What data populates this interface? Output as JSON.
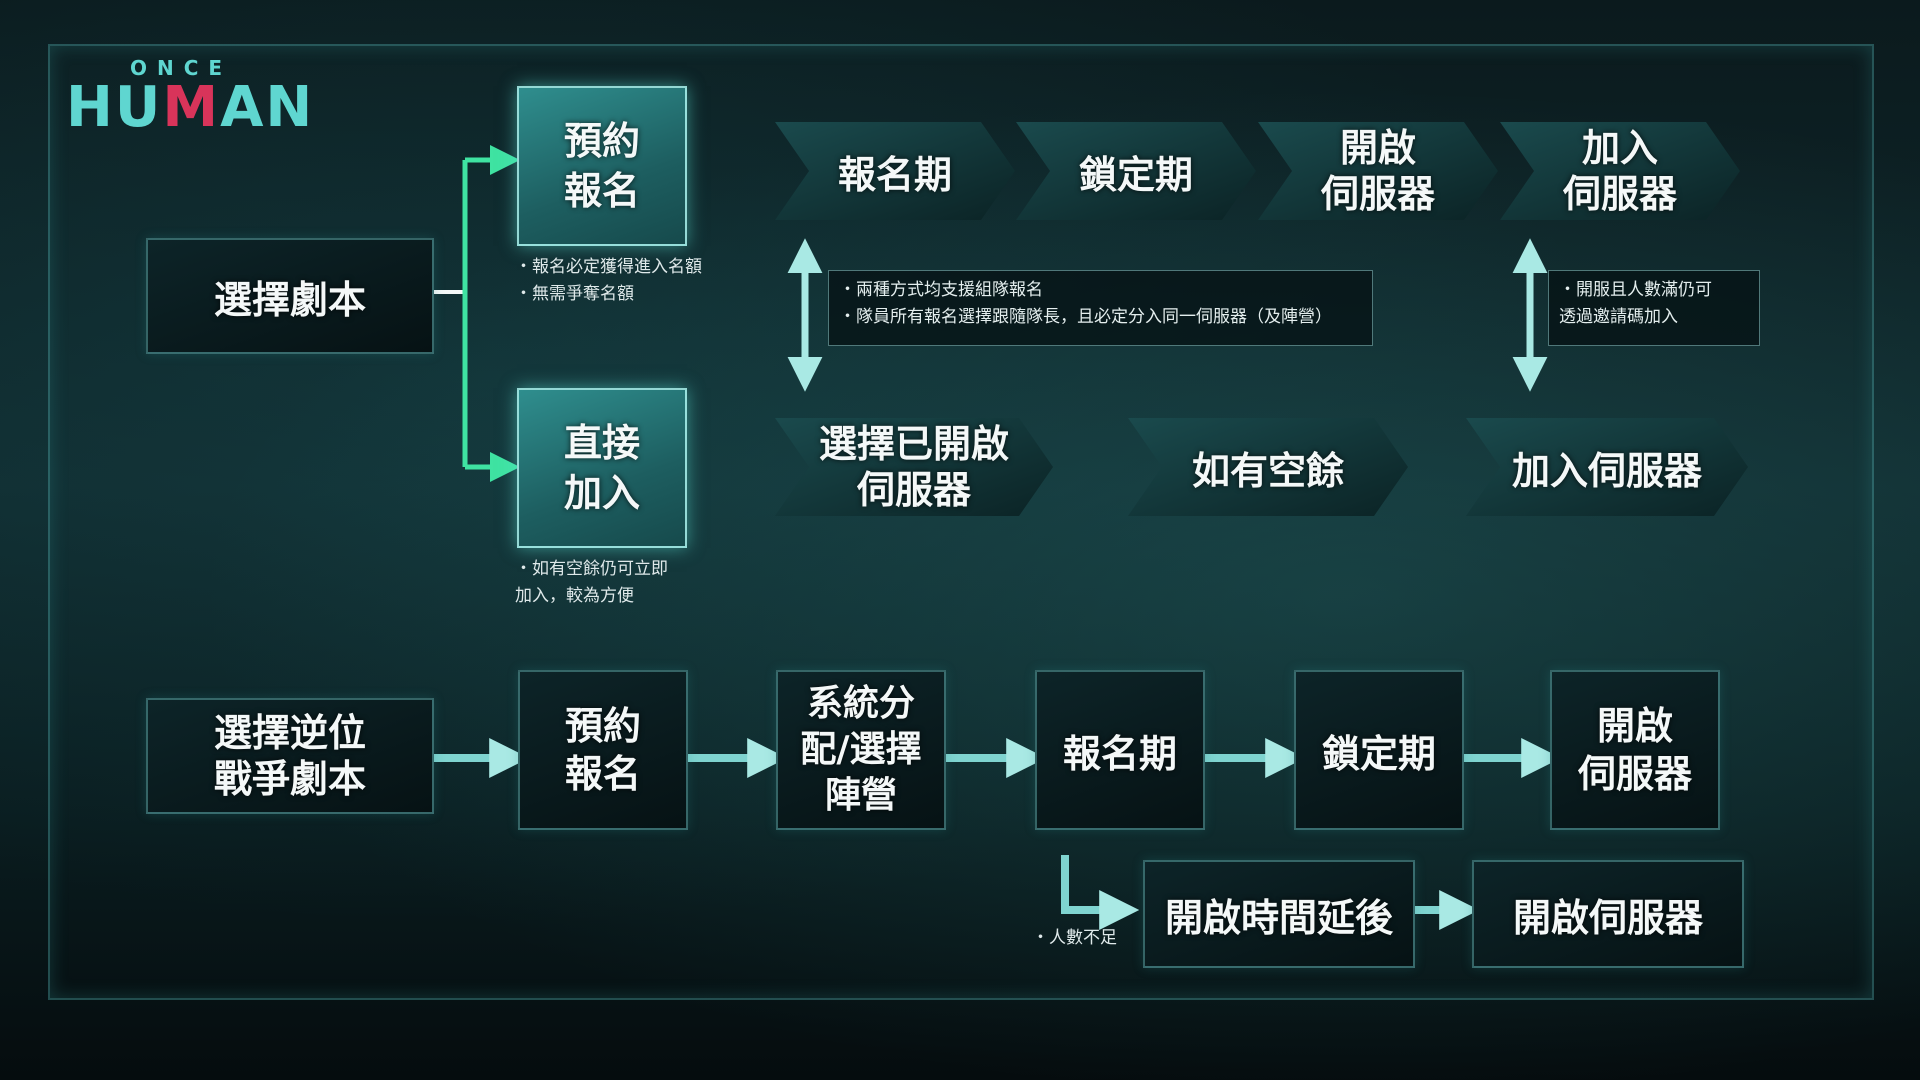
{
  "logo": {
    "line1": "ONCE",
    "line2_a": "HU",
    "line2_m": "M",
    "line2_b": "AN"
  },
  "colors": {
    "accent": "#5fd6d0",
    "logo_m": "#d8345a",
    "arrow_green": "#3fe3a2",
    "arrow_teal": "#7fd4d0"
  },
  "top_flow": {
    "start": "選擇劇本",
    "reserve": "預約\n報名",
    "direct": "直接\n加入",
    "reserve_note": "・報名必定獲得進入名額\n・無需爭奪名額",
    "direct_note": "・如有空餘仍可立即\n  加入，較為方便",
    "reserve_steps": [
      "報名期",
      "鎖定期",
      "開啟\n伺服器",
      "加入\n伺服器"
    ],
    "team_note": "・兩種方式均支援組隊報名\n・隊員所有報名選擇跟隨隊長，且必定分入同一伺服器（及陣營）",
    "invite_note": "・開服且人數滿仍可\n  透過邀請碼加入",
    "direct_steps": [
      "選擇已開啟\n伺服器",
      "如有空餘",
      "加入伺服器"
    ]
  },
  "bottom_flow": {
    "start": "選擇逆位\n戰爭劇本",
    "steps": [
      "預約\n報名",
      "系統分\n配/選擇\n陣營",
      "報名期",
      "鎖定期",
      "開啟\n伺服器"
    ],
    "insufficient_note": "・人數不足",
    "delay": "開啟時間延後",
    "final": "開啟伺服器"
  }
}
